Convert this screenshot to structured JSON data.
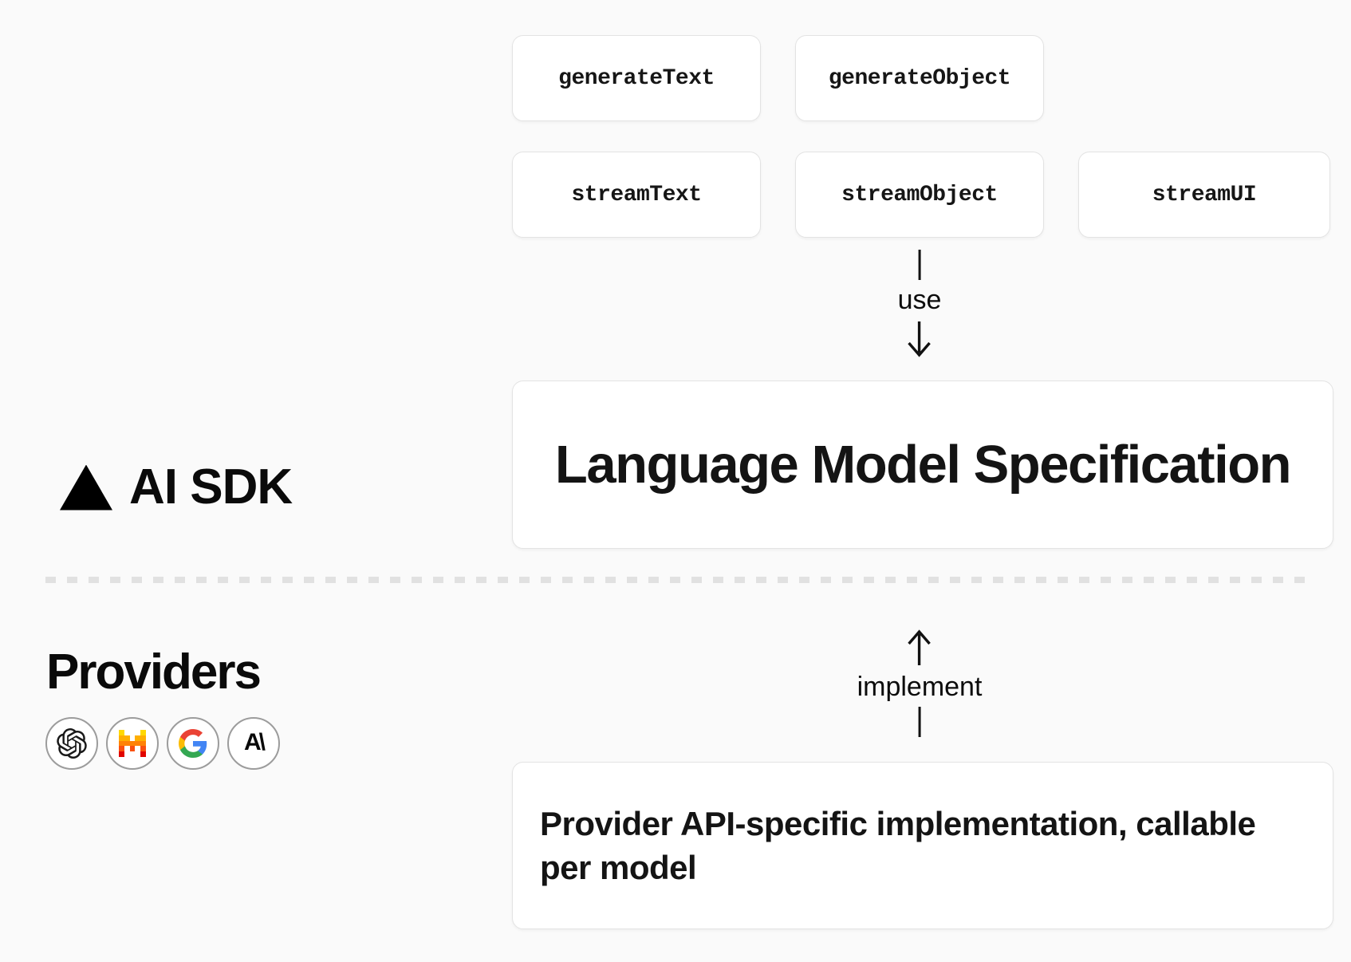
{
  "colors": {
    "background": "#fafafa",
    "card_background": "#ffffff",
    "card_border": "#e3e3e3",
    "text": "#111111",
    "divider_dash": "#e1e1e1",
    "icon_circle_border": "#9c9c9c",
    "google": {
      "blue": "#4285F4",
      "green": "#34A853",
      "yellow": "#FBBC05",
      "red": "#EA4335"
    },
    "mistral_rows": [
      "#FFD800",
      "#FFAF00",
      "#FF8205",
      "#FA500F",
      "#E10500"
    ]
  },
  "mistral_pattern": [
    "10001",
    "11011",
    "11111",
    "10101",
    "10001"
  ],
  "sdk": {
    "label": "AI SDK"
  },
  "functions": {
    "row1": [
      {
        "label": "generateText"
      },
      {
        "label": "generateObject"
      }
    ],
    "row2": [
      {
        "label": "streamText"
      },
      {
        "label": "streamObject"
      },
      {
        "label": "streamUI"
      }
    ]
  },
  "arrows": {
    "use_label": "use",
    "implement_label": "implement"
  },
  "spec_box": {
    "title": "Language Model Specification"
  },
  "providers": {
    "heading": "Providers",
    "icons": [
      "openai",
      "mistral",
      "google",
      "anthropic"
    ],
    "anthropic_glyph": "A\\"
  },
  "provider_box": {
    "text": "Provider API-specific implementation, callable per model"
  }
}
